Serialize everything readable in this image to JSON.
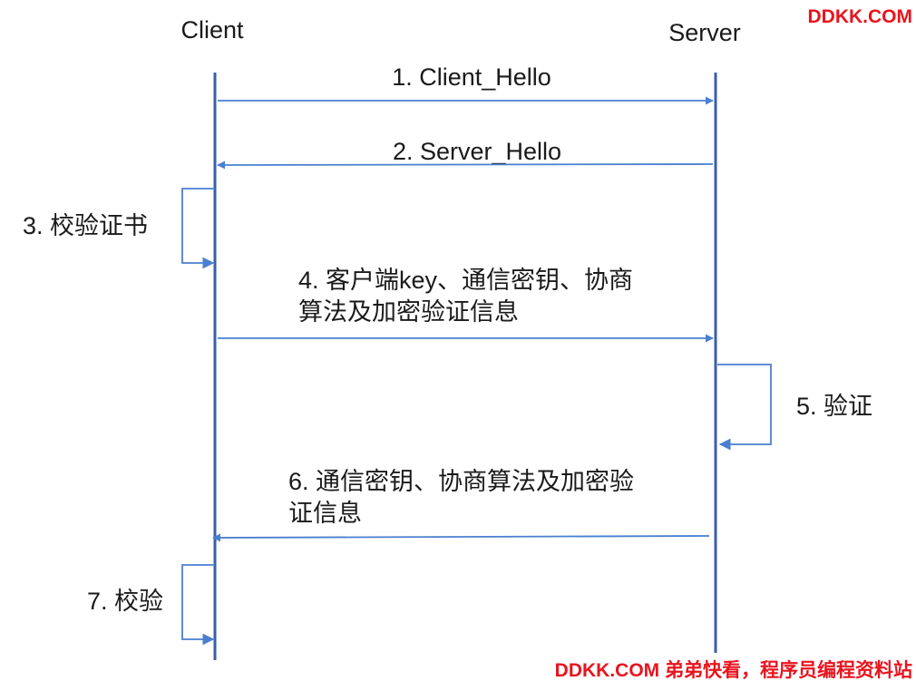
{
  "participants": {
    "client": "Client",
    "server": "Server"
  },
  "messages": [
    {
      "id": "m1",
      "text": "1. Client_Hello"
    },
    {
      "id": "m2",
      "text": "2. Server_Hello"
    },
    {
      "id": "m4",
      "lines": [
        "4. 客户端key、通信密钥、协商",
        "算法及加密验证信息"
      ]
    },
    {
      "id": "m6",
      "lines": [
        "6. 通信密钥、协商算法及加密验",
        "证信息"
      ]
    }
  ],
  "self_steps": [
    {
      "id": "s3",
      "text": "3. 校验证书"
    },
    {
      "id": "s5",
      "text": "5. 验证"
    },
    {
      "id": "s7",
      "text": "7. 校验"
    }
  ],
  "watermarks": {
    "top": "DDKK.COM",
    "bottom": "DDKK.COM 弟弟快看，程序员编程资料站"
  },
  "colors": {
    "lifeline": "#3b5ea8",
    "arrow": "#4a7fd0",
    "text": "#1a1a1a",
    "watermark": "#e8141e"
  }
}
